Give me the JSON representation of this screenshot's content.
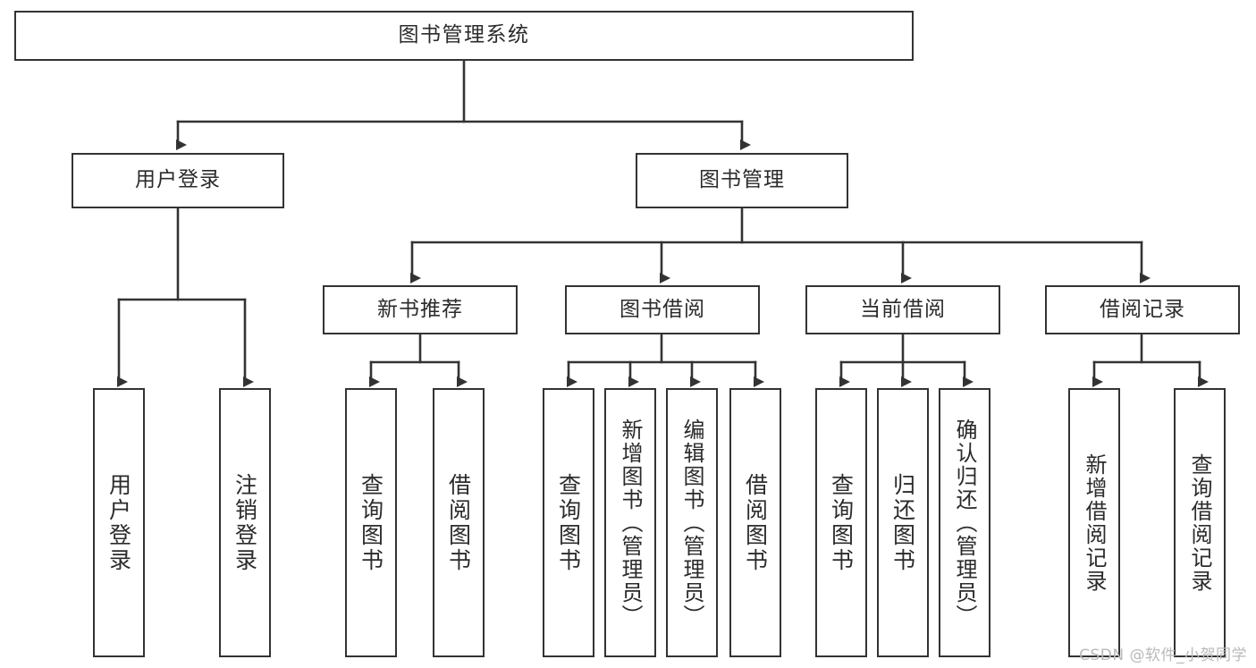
{
  "diagram": {
    "title": "图书管理系统",
    "root": {
      "id": "root",
      "label": "图书管理系统"
    },
    "level2": [
      {
        "id": "user-login",
        "label": "用户登录"
      },
      {
        "id": "book-manage",
        "label": "图书管理"
      }
    ],
    "level3": [
      {
        "id": "new-book-recommend",
        "label": "新书推荐"
      },
      {
        "id": "book-borrow",
        "label": "图书借阅"
      },
      {
        "id": "current-borrow",
        "label": "当前借阅"
      },
      {
        "id": "borrow-record",
        "label": "借阅记录"
      }
    ],
    "leaves": [
      {
        "id": "leaf-user-login",
        "label": "用户登录",
        "parent": "user-login"
      },
      {
        "id": "leaf-user-logout",
        "label": "注销登录",
        "parent": "user-login"
      },
      {
        "id": "leaf-query-book-1",
        "label": "查询图书",
        "parent": "new-book-recommend"
      },
      {
        "id": "leaf-borrow-book-1",
        "label": "借阅图书",
        "parent": "new-book-recommend"
      },
      {
        "id": "leaf-query-book-2",
        "label": "查询图书",
        "parent": "book-borrow"
      },
      {
        "id": "leaf-add-book-admin",
        "label": "新增图书（管理员）",
        "parent": "book-borrow"
      },
      {
        "id": "leaf-edit-book-admin",
        "label": "编辑图书（管理员）",
        "parent": "book-borrow"
      },
      {
        "id": "leaf-borrow-book-2",
        "label": "借阅图书",
        "parent": "book-borrow"
      },
      {
        "id": "leaf-query-book-3",
        "label": "查询图书",
        "parent": "current-borrow"
      },
      {
        "id": "leaf-return-book",
        "label": "归还图书",
        "parent": "current-borrow"
      },
      {
        "id": "leaf-confirm-return-admin",
        "label": "确认归还（管理员）",
        "parent": "current-borrow"
      },
      {
        "id": "leaf-add-borrow-record",
        "label": "新增借阅记录",
        "parent": "borrow-record"
      },
      {
        "id": "leaf-query-borrow-record",
        "label": "查询借阅记录",
        "parent": "borrow-record"
      }
    ]
  },
  "watermark": {
    "text": "CSDN @软件_小贺同学"
  },
  "colors": {
    "stroke": "#333333",
    "fill": "#ffffff",
    "text": "#2b2b2b",
    "watermark": "#b9b9b9"
  }
}
